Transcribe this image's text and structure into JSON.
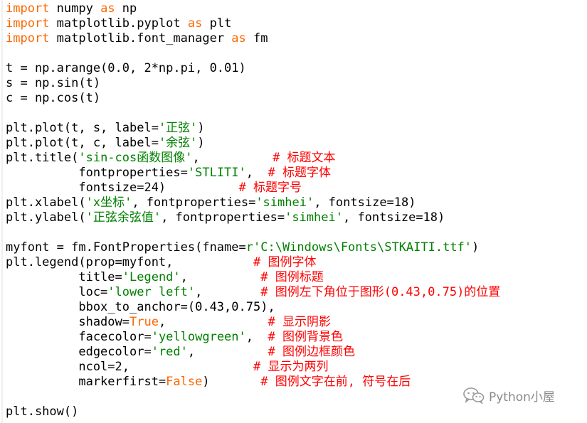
{
  "editor": {
    "lines": [
      [
        {
          "t": "import",
          "k": "kw"
        },
        {
          "t": " numpy ",
          "k": "plain"
        },
        {
          "t": "as",
          "k": "kw"
        },
        {
          "t": " np",
          "k": "plain"
        }
      ],
      [
        {
          "t": "import",
          "k": "kw"
        },
        {
          "t": " matplotlib.pyplot ",
          "k": "plain"
        },
        {
          "t": "as",
          "k": "kw"
        },
        {
          "t": " plt",
          "k": "plain"
        }
      ],
      [
        {
          "t": "import",
          "k": "kw"
        },
        {
          "t": " matplotlib.font_manager ",
          "k": "plain"
        },
        {
          "t": "as",
          "k": "kw"
        },
        {
          "t": " fm",
          "k": "plain"
        }
      ],
      [],
      [
        {
          "t": "t = np.arange(0.0, 2*np.pi, 0.01)",
          "k": "plain"
        }
      ],
      [
        {
          "t": "s = np.sin(t)",
          "k": "plain"
        }
      ],
      [
        {
          "t": "c = np.cos(t)",
          "k": "plain"
        }
      ],
      [],
      [
        {
          "t": "plt.plot(t, s, label=",
          "k": "plain"
        },
        {
          "t": "'正弦'",
          "k": "str"
        },
        {
          "t": ")",
          "k": "plain"
        }
      ],
      [
        {
          "t": "plt.plot(t, c, label=",
          "k": "plain"
        },
        {
          "t": "'余弦'",
          "k": "str"
        },
        {
          "t": ")",
          "k": "plain"
        }
      ],
      [
        {
          "t": "plt.title(",
          "k": "plain"
        },
        {
          "t": "'sin-cos函数图像'",
          "k": "str"
        },
        {
          "t": ",          ",
          "k": "plain"
        },
        {
          "t": "# 标题文本",
          "k": "cmt"
        }
      ],
      [
        {
          "t": "          fontproperties=",
          "k": "plain"
        },
        {
          "t": "'STLITI'",
          "k": "str"
        },
        {
          "t": ",  ",
          "k": "plain"
        },
        {
          "t": "# 标题字体",
          "k": "cmt"
        }
      ],
      [
        {
          "t": "          fontsize=24)          ",
          "k": "plain"
        },
        {
          "t": "# 标题字号",
          "k": "cmt"
        }
      ],
      [
        {
          "t": "plt.xlabel(",
          "k": "plain"
        },
        {
          "t": "'x坐标'",
          "k": "str"
        },
        {
          "t": ", fontproperties=",
          "k": "plain"
        },
        {
          "t": "'simhei'",
          "k": "str"
        },
        {
          "t": ", fontsize=18)",
          "k": "plain"
        }
      ],
      [
        {
          "t": "plt.ylabel(",
          "k": "plain"
        },
        {
          "t": "'正弦余弦值'",
          "k": "str"
        },
        {
          "t": ", fontproperties=",
          "k": "plain"
        },
        {
          "t": "'simhei'",
          "k": "str"
        },
        {
          "t": ", fontsize=18)",
          "k": "plain"
        }
      ],
      [],
      [
        {
          "t": "myfont = fm.FontProperties(fname=",
          "k": "plain"
        },
        {
          "t": "r'C:\\Windows\\Fonts\\STKAITI.ttf'",
          "k": "str"
        },
        {
          "t": ")",
          "k": "plain"
        }
      ],
      [
        {
          "t": "plt.legend(prop=myfont,           ",
          "k": "plain"
        },
        {
          "t": "# 图例字体",
          "k": "cmt"
        }
      ],
      [
        {
          "t": "          title=",
          "k": "plain"
        },
        {
          "t": "'Legend'",
          "k": "str"
        },
        {
          "t": ",          ",
          "k": "plain"
        },
        {
          "t": "# 图例标题",
          "k": "cmt"
        }
      ],
      [
        {
          "t": "          loc=",
          "k": "plain"
        },
        {
          "t": "'lower left'",
          "k": "str"
        },
        {
          "t": ",        ",
          "k": "plain"
        },
        {
          "t": "# 图例左下角位于图形(0.43,0.75)的位置",
          "k": "cmt"
        }
      ],
      [
        {
          "t": "          bbox_to_anchor=(0.43,0.75),",
          "k": "plain"
        }
      ],
      [
        {
          "t": "          shadow=",
          "k": "plain"
        },
        {
          "t": "True",
          "k": "kw"
        },
        {
          "t": ",              ",
          "k": "plain"
        },
        {
          "t": "# 显示阴影",
          "k": "cmt"
        }
      ],
      [
        {
          "t": "          facecolor=",
          "k": "plain"
        },
        {
          "t": "'yellowgreen'",
          "k": "str"
        },
        {
          "t": ",  ",
          "k": "plain"
        },
        {
          "t": "# 图例背景色",
          "k": "cmt"
        }
      ],
      [
        {
          "t": "          edgecolor=",
          "k": "plain"
        },
        {
          "t": "'red'",
          "k": "str"
        },
        {
          "t": ",          ",
          "k": "plain"
        },
        {
          "t": "# 图例边框颜色",
          "k": "cmt"
        }
      ],
      [
        {
          "t": "          ncol=2,                 ",
          "k": "plain"
        },
        {
          "t": "# 显示为两列",
          "k": "cmt"
        }
      ],
      [
        {
          "t": "          markerfirst=",
          "k": "plain"
        },
        {
          "t": "False",
          "k": "kw"
        },
        {
          "t": ")       ",
          "k": "plain"
        },
        {
          "t": "# 图例文字在前, 符号在后",
          "k": "cmt"
        }
      ],
      [],
      [
        {
          "t": "plt.show()",
          "k": "plain"
        }
      ]
    ]
  },
  "watermark": {
    "icon": "wechat-icon",
    "text": "Python小屋"
  },
  "colors": {
    "keyword": "#ff6600",
    "string": "#008000",
    "comment": "#ff0000",
    "plain": "#000000",
    "background": "#ffffff"
  }
}
